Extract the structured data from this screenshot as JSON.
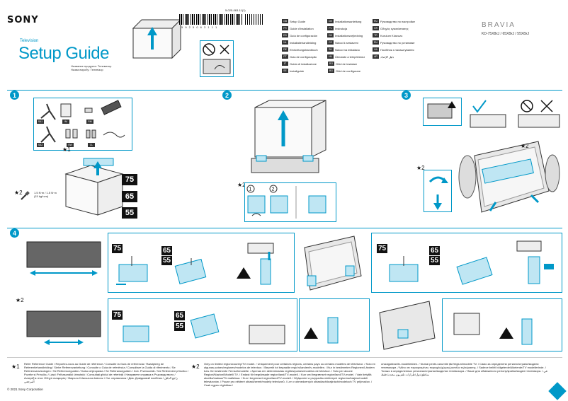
{
  "header": {
    "brand": "SONY",
    "product_category": "Television",
    "title": "Setup Guide",
    "subtitle_ru": "Название продукта: Телевизор",
    "subtitle_uk": "Назва виробу: Телевізор",
    "doc_number": "5-025-063-11(1)",
    "barcode_number": "5 9 2 5 0 6 3 1 1 1",
    "bravia": "BRAVIA",
    "models": "KD-75X8xJ / 65X8xJ / 55X8xJ"
  },
  "languages": [
    [
      "Setup Guide",
      "Installationsanleitung",
      "Руководство по настройке"
    ],
    [
      "Guide d'installation",
      "Instrukcja",
      "Οδηγός εγκατάστασης"
    ],
    [
      "Guía de configuración",
      "Installationsvejledning",
      "Kurulum Kılavuzu"
    ],
    [
      "Installatiehandleiding",
      "Návod k sestavení",
      "Руководство по установке"
    ],
    [
      "Einrichtungshandbuch",
      "Návod na inštaláciu",
      "Посібник з налаштування"
    ],
    [
      "Guia de configuração",
      "Útmutató a telepítéshez",
      "دليل الإعداد"
    ],
    [
      "Guida di installazione",
      "Ghid de instalare",
      ""
    ],
    [
      "Installguide",
      "Ghid de configurare",
      ""
    ]
  ],
  "language_tags": [
    [
      "GB",
      "DE",
      "RU"
    ],
    [
      "FR",
      "PL",
      "GR"
    ],
    [
      "ES",
      "DK",
      "TR"
    ],
    [
      "NL",
      "CZ",
      "RU"
    ],
    [
      "DE",
      "SK",
      "UA"
    ],
    [
      "PT",
      "HU",
      "AR"
    ],
    [
      "IT",
      "RO",
      ""
    ],
    [
      "SE",
      "BG",
      ""
    ]
  ],
  "steps": [
    "1",
    "2",
    "3",
    "4"
  ],
  "parts": [
    "SA1",
    "IM",
    "RM",
    "SA2",
    "SW",
    "CL"
  ],
  "sizes": {
    "s75": "75",
    "s65": "65",
    "s55": "55"
  },
  "screw": {
    "spec": "1.5 N·m / 1.5 N·m",
    "sub": "(15 kgf·cm)"
  },
  "markers": {
    "star1": "★1",
    "star2": "★2"
  },
  "footer": {
    "note1_mark": "★1",
    "note1": "Refer Reference Guide / Reportez-vous au Guide de référence / Consulte la Guía de referencia / Raadpleeg de Referentiehandleiding / Siehe Referenzanleitung / Consulte o Guia de referência / Consultare la Guida di riferimento / Se Referensanvisningen / Se Referenceguiden / Katso ohjeopasta / Se Referanseguiden / Zob. Przewodnik / Viz Referenční příručku / Pozrite si Príručku / Lásd: Felhasználói útmutató / Consultați ghidul de referință / Направете справка в Ръководството / Ανατρέξτε στον Οδηγό αναφοράς / Başvuru Kılavuzuna bakınız / См. справочник / Див. Довідковий посібник / راجع الدليل المرجعي",
    "note2_mark": "★2",
    "note2": "Only on limited region/country/TV model. / Uniquement pour certaines régions, certains pays ou certains modèles de téléviseur. / Solo en algunas países/regiones/modelos de televisor. / Beperkt tot bepaalde regio's/landen/tv-modellen. / Nur in bestimmten Regionen/Ländern bzw. für bestimmte Fernsehmodelle. / Apenas em determinadas regiões/países/modelos de televisor. / Solo per alcune Regioni/Nazioni/Modelli TV. / Endast för begränsade region/land/TV-modell. / Kun ved begrænset region/land/TV-model. / Vain tietyillä alueilla/maissa/TV-malleissa. / Kun i begrenset region/land/TV-modell. / Wyłącznie w przypadku niektórych regionów/krajów/modeli telewizorów. / Pouze pro některé oblasti/země/modely televizorů. / Len v obmedzených oblastiach/krajinách/modeloch TV prijímačov. / Csak egyes régiókban/",
    "note3": "országokban/tv-modellekben. / Numai pentru anumite țări/regiuni/modele TV. / Само за определени региони/страни/модели телевизори. / Μόνο σε περιορισμένες περιοχές/χώρες/μοντέλα τηλεόρασης. / Sadece belirli bölgelerde/ülkelerde/TV modellerinde. / Только в определенных регионах/странах/моделях телевизора. / Лише для обмеженого регіону/країни/моделі телевізора. / في مناطق/دول/طرازات تلفزيون محددة فقط",
    "copyright": "© 2021 Sony Corporation"
  }
}
